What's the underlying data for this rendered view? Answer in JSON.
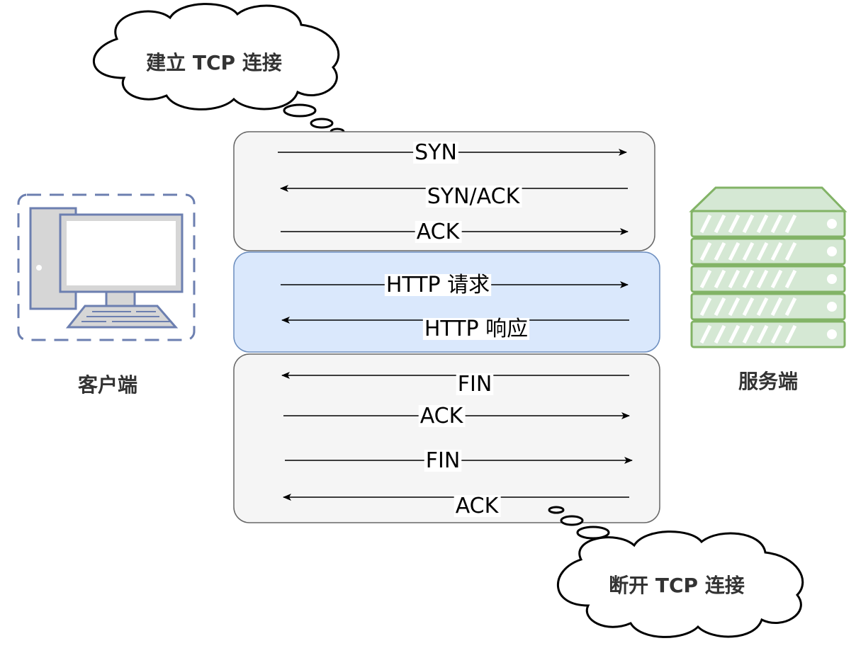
{
  "clouds": {
    "top": "建立 TCP 连接",
    "bottom": "断开 TCP 连接"
  },
  "client": {
    "label": "客户端",
    "icon": "desktop-computer-icon"
  },
  "server": {
    "label": "服务端",
    "icon": "server-rack-icon"
  },
  "colors": {
    "phase_gray_fill": "#f5f5f5",
    "phase_gray_stroke": "#666666",
    "phase_blue_fill": "#dae8fc",
    "phase_blue_stroke": "#6c8ebf",
    "client_stroke": "#6c7fb0",
    "server_fill": "#d5e8d4",
    "server_stroke": "#82b366"
  },
  "phases": [
    {
      "name": "handshake",
      "messages": [
        {
          "label": "SYN",
          "direction": "to-server"
        },
        {
          "label": "SYN/ACK",
          "direction": "to-client"
        },
        {
          "label": "ACK",
          "direction": "to-server"
        }
      ]
    },
    {
      "name": "http",
      "messages": [
        {
          "label": "HTTP 请求",
          "direction": "to-server"
        },
        {
          "label": "HTTP 响应",
          "direction": "to-client"
        }
      ]
    },
    {
      "name": "teardown",
      "messages": [
        {
          "label": "FIN",
          "direction": "to-client"
        },
        {
          "label": "ACK",
          "direction": "to-server"
        },
        {
          "label": "FIN",
          "direction": "to-server"
        },
        {
          "label": "ACK",
          "direction": "to-client"
        }
      ]
    }
  ]
}
